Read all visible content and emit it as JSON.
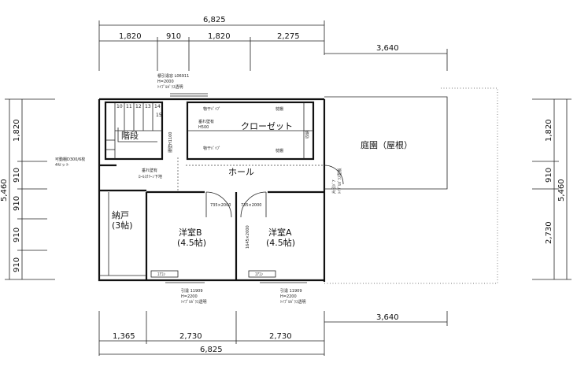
{
  "dimensions": {
    "top_total": "6,825",
    "top_segments": [
      "1,820",
      "910",
      "1,820",
      "2,275"
    ],
    "top_right": "3,640",
    "bottom_segments": [
      "1,365",
      "2,730",
      "2,730"
    ],
    "bottom_total": "6,825",
    "bottom_right": "3,640",
    "left_total": "5,460",
    "left_segments": [
      "1,820",
      "910",
      "910",
      "910",
      "910"
    ],
    "right_total": "5,460",
    "right_segments": [
      "1,820",
      "910",
      "2,730"
    ]
  },
  "rooms": {
    "stairs": "階段",
    "closet": "クローゼット",
    "hall": "ホール",
    "storage": "納戸",
    "storage_size": "(3帖)",
    "room_b": "洋室B",
    "room_b_size": "(4.5帖)",
    "room_a": "洋室A",
    "room_a_size": "(4.5帖)",
    "garden": "庭園（屋根）"
  },
  "notes": {
    "window_top": "積引違窓 L06911",
    "window_top_h": "H=2000",
    "window_top_glass": "ﾄｲﾌﾟﾙｶﾞﾗｽ透明",
    "wall_shelf": "腰壁H1100",
    "hanging_wall": "垂れ壁有",
    "hanging_wall_h": "H500",
    "hanging_wall2": "垂れ壁有",
    "curtain": "ﾛｰﾙｽｸﾘｰﾝ下地",
    "movable_shelf": "可動棚D300/6枚",
    "movable_shelf_set": "4セット",
    "pipe_top": "物干ﾊﾟｲﾌﾟ",
    "pipe_bottom": "物干ﾊﾟｲﾌﾟ",
    "shelf_top": "枕棚",
    "shelf_bottom": "枕棚",
    "side_label": "収納",
    "door_right": "片引ﾄﾞｱ",
    "door_right_glass": "ﾄｲﾌﾟﾙｶﾞﾗｽ型板",
    "door_b": "735×2000",
    "door_a": "735×2000",
    "door_a_side": "1645×2000",
    "window_b": "引違 11909",
    "window_b_h": "H=2200",
    "window_b_glass": "ﾄｲﾌﾟﾙｶﾞﾗｽ透明",
    "window_a": "引違 11909",
    "window_a_h": "H=2200",
    "window_a_glass": "ﾄｲﾌﾟﾙｶﾞﾗｽ透明",
    "ac_b": "ｴｱｺﾝ",
    "ac_a": "ｴｱｺﾝ"
  },
  "stair_numbers": [
    "10",
    "11",
    "12",
    "13",
    "14",
    "15"
  ]
}
